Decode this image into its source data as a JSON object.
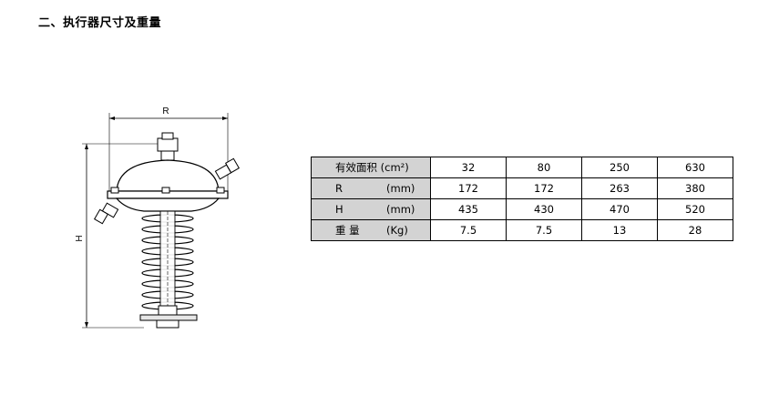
{
  "heading": "二、执行器尺寸及重量",
  "drawing": {
    "dim_r_label": "R",
    "dim_h_label": "H"
  },
  "table": {
    "rows": [
      {
        "name": "有效面积 (cm²)",
        "unit": "",
        "values": [
          "32",
          "80",
          "250",
          "630"
        ]
      },
      {
        "name": "R",
        "unit": "(mm)",
        "values": [
          "172",
          "172",
          "263",
          "380"
        ]
      },
      {
        "name": "H",
        "unit": "(mm)",
        "values": [
          "435",
          "430",
          "470",
          "520"
        ]
      },
      {
        "name": "重   量",
        "unit": "(Kg)",
        "values": [
          "7.5",
          "7.5",
          "13",
          "28"
        ]
      }
    ]
  }
}
